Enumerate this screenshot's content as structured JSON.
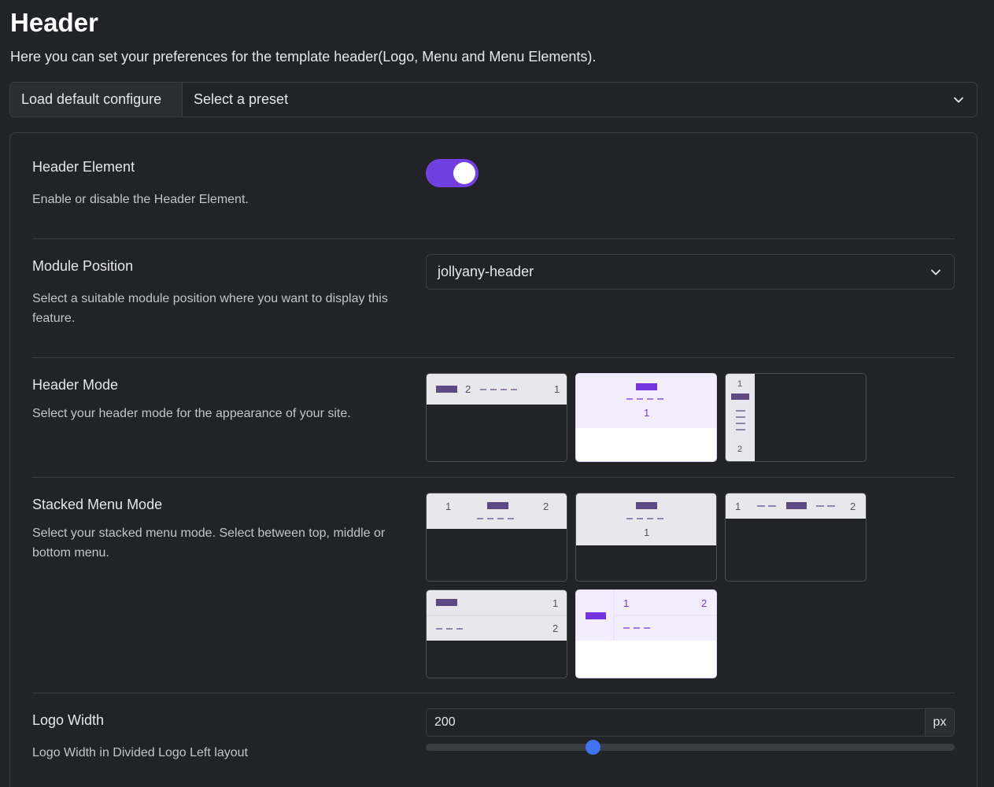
{
  "header": {
    "title": "Header",
    "subtitle": "Here you can set your preferences for the template header(Logo, Menu and Menu Elements)."
  },
  "preset": {
    "load_label": "Load default configure",
    "select_value": "Select a preset"
  },
  "settings": {
    "header_element": {
      "label": "Header Element",
      "desc": "Enable or disable the Header Element.",
      "enabled": true
    },
    "module_position": {
      "label": "Module Position",
      "desc": "Select a suitable module position where you want to display this feature.",
      "value": "jollyany-header"
    },
    "header_mode": {
      "label": "Header Mode",
      "desc": "Select your header mode for the appearance of your site.",
      "selected_index": 1,
      "options": [
        {
          "n1": "2",
          "n2": "1"
        },
        {
          "n1": "1"
        },
        {
          "n1": "1",
          "n2": "2"
        }
      ]
    },
    "stacked_menu_mode": {
      "label": "Stacked Menu Mode",
      "desc": "Select your stacked menu mode. Select between top, middle or bottom menu.",
      "selected_index": 4,
      "options": [
        {
          "n1": "1",
          "n2": "2"
        },
        {
          "n1": "1"
        },
        {
          "n1": "1",
          "n2": "2"
        },
        {
          "n1": "1",
          "n2": "2"
        },
        {
          "n1": "1",
          "n2": "2"
        }
      ]
    },
    "logo_width": {
      "label": "Logo Width",
      "desc": "Logo Width in Divided Logo Left layout",
      "value": "200",
      "unit": "px",
      "slider_fraction": 0.316
    }
  },
  "colors": {
    "accent": "#7340e0",
    "slider": "#3e74f0",
    "background": "#212327"
  },
  "icons": {
    "chevron": "chevron-down-icon"
  }
}
